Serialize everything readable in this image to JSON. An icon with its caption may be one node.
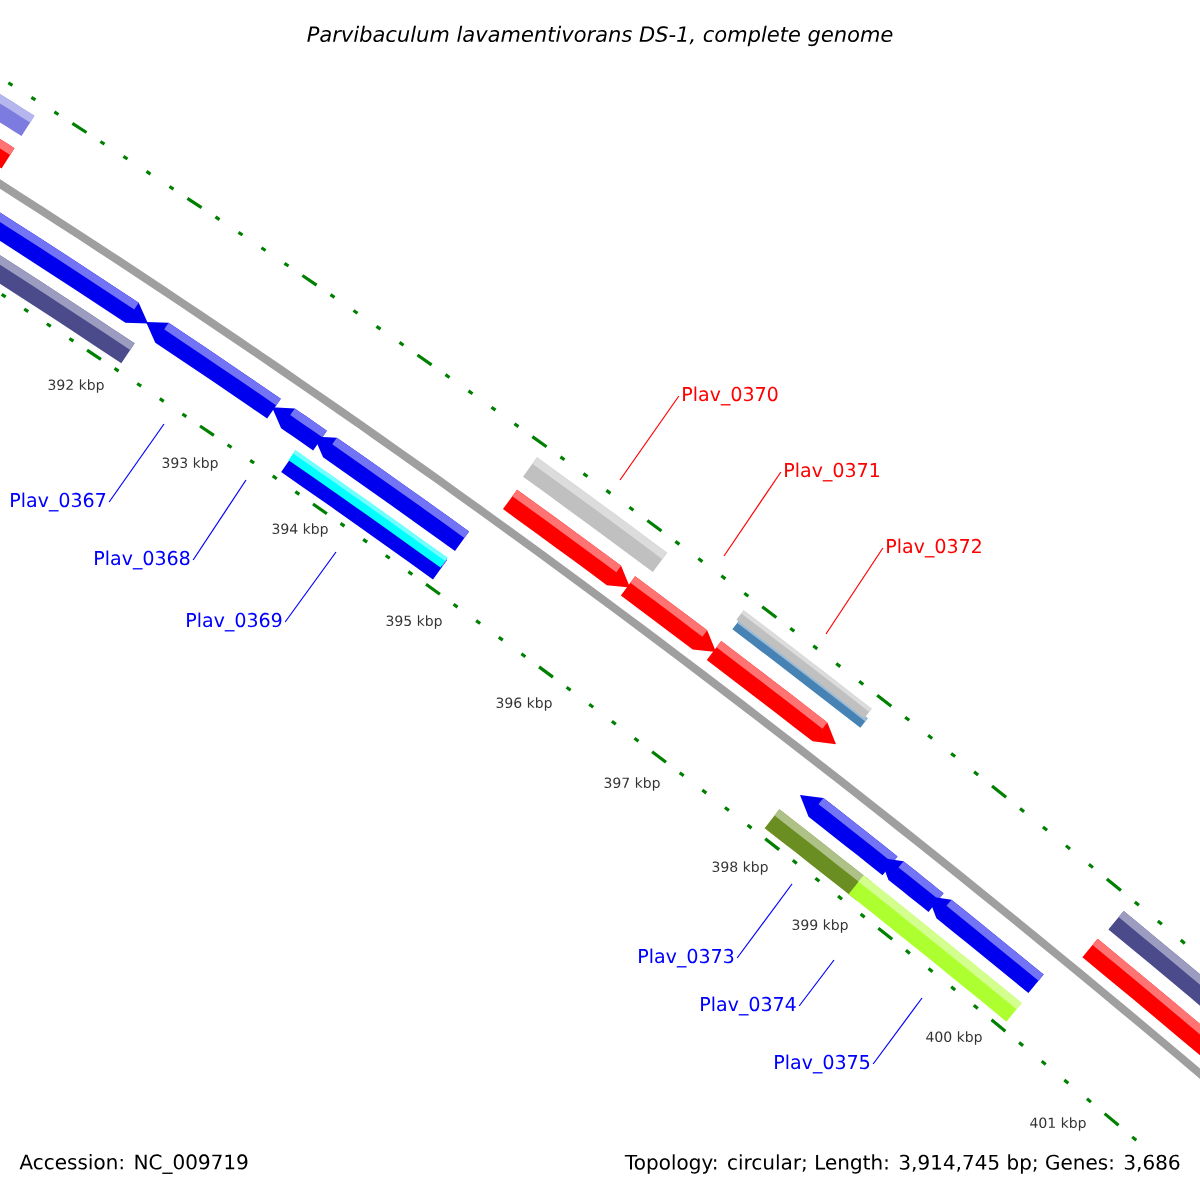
{
  "diagram": {
    "title": "Parvibaculum lavamentivorans DS-1, complete genome",
    "nodes": [
      {
        "text": [
          "Plav_0367"
        ]
      },
      {
        "text": [
          "Plav_0368"
        ]
      },
      {
        "text": [
          "Plav_0369"
        ]
      },
      {
        "text": [
          "Plav_0370"
        ]
      },
      {
        "text": [
          "Plav_0371"
        ]
      },
      {
        "text": [
          "Plav_0372"
        ]
      },
      {
        "text": [
          "Plav_0373"
        ]
      },
      {
        "text": [
          "Plav_0374"
        ]
      },
      {
        "text": [
          "Plav_0375"
        ]
      }
    ],
    "edges": [
      {
        "from": 0,
        "to": null,
        "arrow": "none"
      },
      {
        "from": 1,
        "to": null,
        "arrow": "none"
      },
      {
        "from": 2,
        "to": null,
        "arrow": "none"
      },
      {
        "from": 3,
        "to": null,
        "arrow": "none",
        "color": "#ff0000"
      },
      {
        "from": 4,
        "to": null,
        "arrow": "none",
        "color": "#ff0000"
      },
      {
        "from": 5,
        "to": null,
        "arrow": "none",
        "color": "#ff0000"
      },
      {
        "from": 6,
        "to": null,
        "arrow": "none"
      },
      {
        "from": 7,
        "to": null,
        "arrow": "none"
      },
      {
        "from": 8,
        "to": null,
        "arrow": "none"
      }
    ],
    "labels": [
      "392 kbp",
      "393 kbp",
      "394 kbp",
      "395 kbp",
      "396 kbp",
      "397 kbp",
      "398 kbp",
      "399 kbp",
      "400 kbp",
      "401 kbp",
      "Accession: NC_009719",
      "Topology: circular; Length: 3,914,745 bp; Genes: 3,686"
    ]
  }
}
